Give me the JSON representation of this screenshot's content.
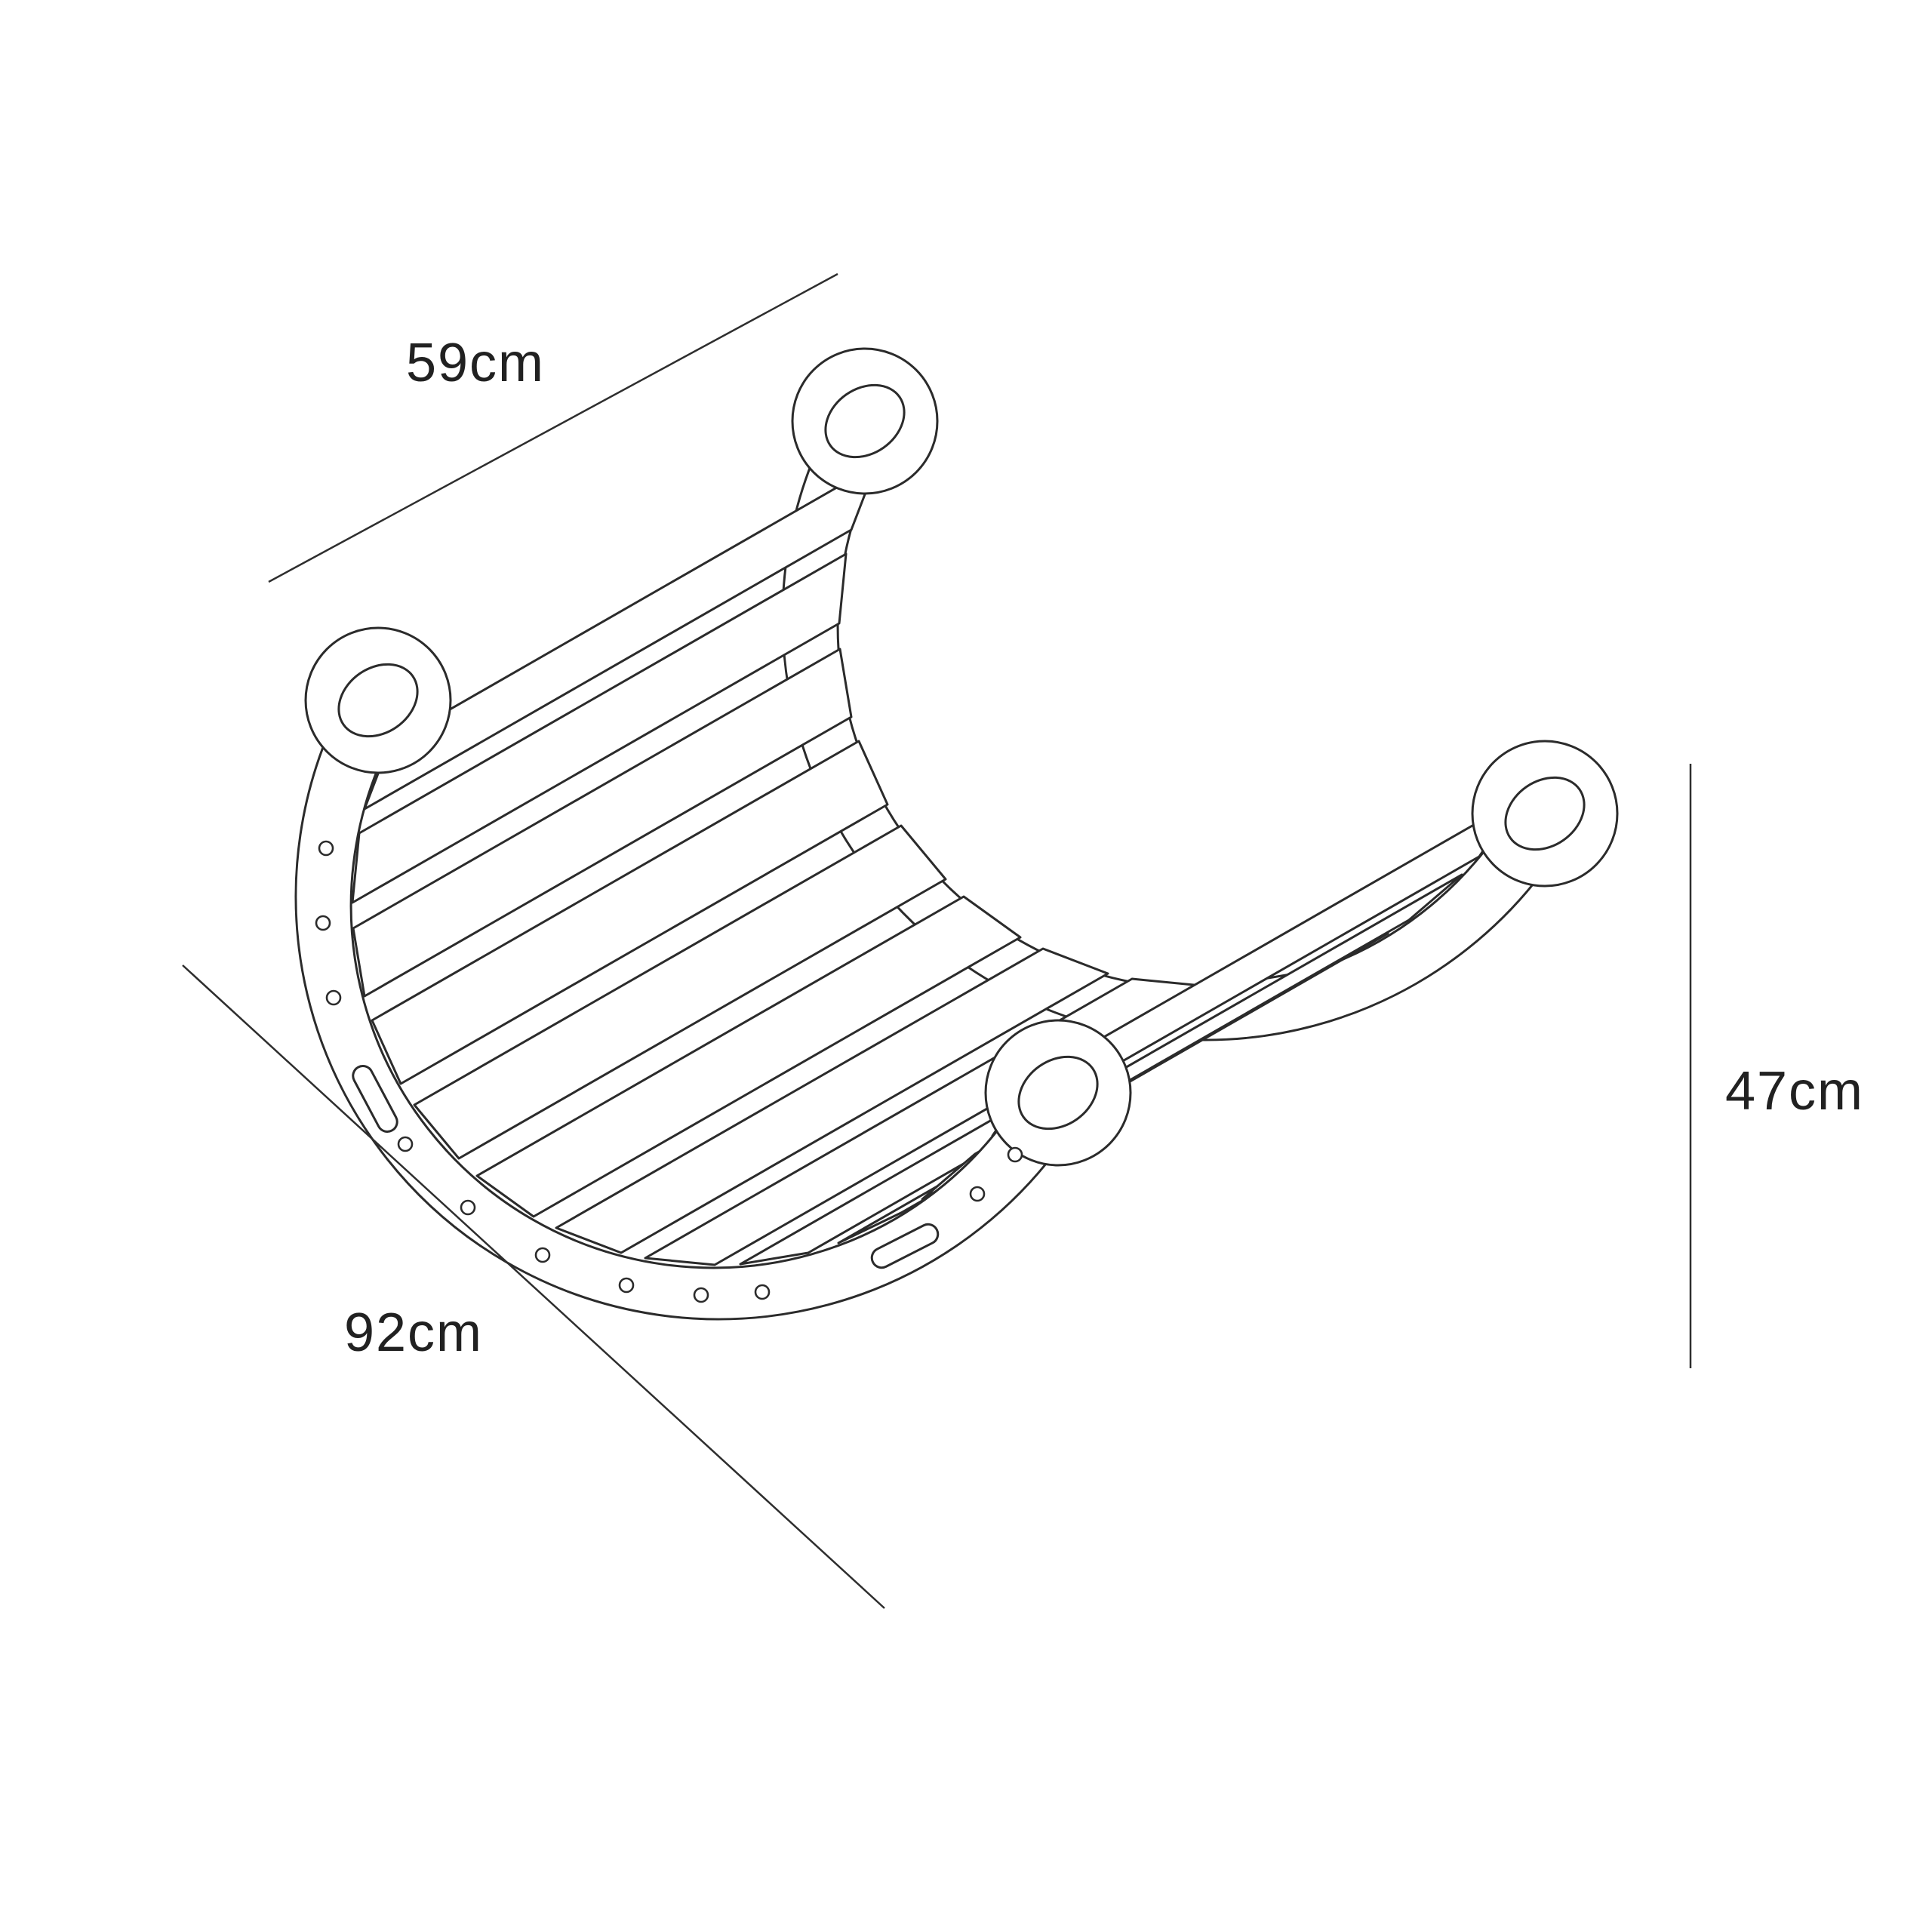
{
  "background_color": "#ffffff",
  "line_color": "#2b2b2b",
  "text_color": "#212121",
  "figure": {
    "subject": "wooden rocker technical line drawing"
  },
  "dimensions": {
    "width": {
      "label": "59cm"
    },
    "length": {
      "label": "92cm"
    },
    "height": {
      "label": "47cm"
    }
  }
}
